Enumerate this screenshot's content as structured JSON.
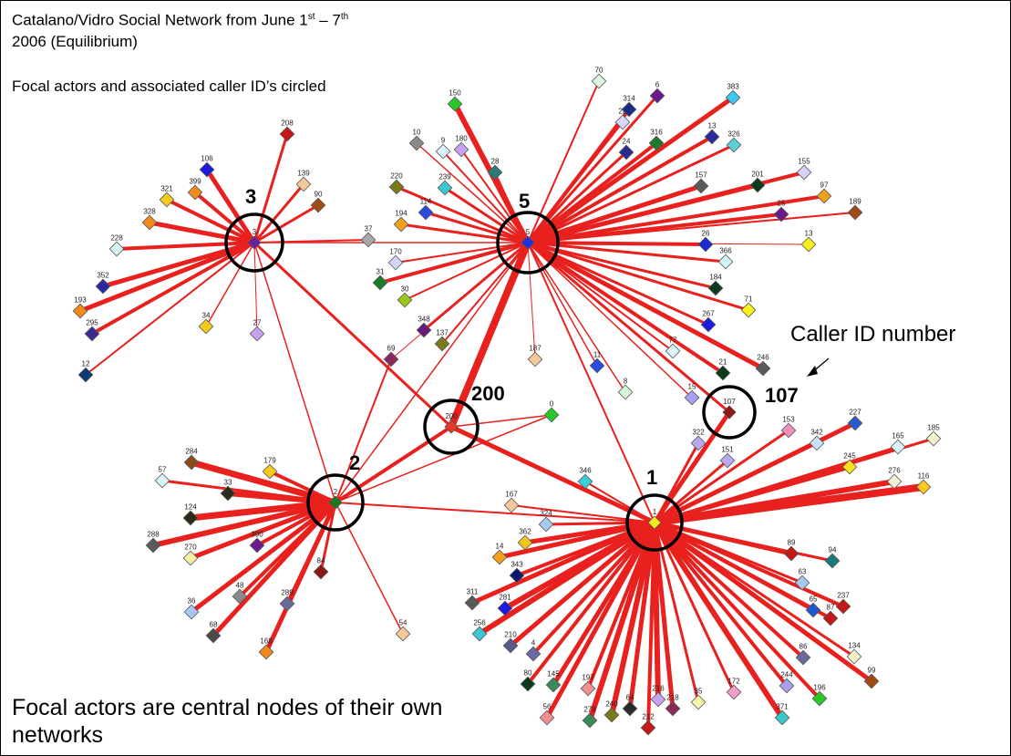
{
  "title": {
    "line1_pre": "Catalano/Vidro Social Network from June 1",
    "sup1": "st",
    "line1_mid": " – 7",
    "sup2": "th",
    "line2": "2006 (Equilibrium)"
  },
  "subtitle": "Focal actors and associated caller ID’s circled",
  "footnote": "Focal actors are central nodes of their own networks",
  "callout": "Caller ID number",
  "focal_labels": [
    "3",
    "5",
    "200",
    "2",
    "1",
    "107"
  ],
  "colors": {
    "edge": "#e8201e",
    "circle": "#000000",
    "text": "#000000"
  },
  "network": {
    "hubs": [
      {
        "id": "3",
        "color": "#6a1fa0"
      },
      {
        "id": "5",
        "color": "#2030e0"
      },
      {
        "id": "200",
        "color": "#e83a2a"
      },
      {
        "id": "2",
        "color": "#1a7a1a"
      },
      {
        "id": "1",
        "color": "#f2e81a"
      },
      {
        "id": "107",
        "color": "#8a1a12"
      }
    ],
    "nodes": [
      {
        "id": "208",
        "color": "#c41818"
      },
      {
        "id": "106",
        "color": "#1a1ae0"
      },
      {
        "id": "139",
        "color": "#f5c89a"
      },
      {
        "id": "321",
        "color": "#f2cc1a"
      },
      {
        "id": "399",
        "color": "#f08a1a"
      },
      {
        "id": "90",
        "color": "#a04a14"
      },
      {
        "id": "328",
        "color": "#f08a1a"
      },
      {
        "id": "228",
        "color": "#d4f4f4"
      },
      {
        "id": "352",
        "color": "#2a2aa0"
      },
      {
        "id": "193",
        "color": "#f08a1a"
      },
      {
        "id": "295",
        "color": "#3a2a90"
      },
      {
        "id": "12",
        "color": "#0a3a70"
      },
      {
        "id": "34",
        "color": "#f2cc1a"
      },
      {
        "id": "27",
        "color": "#c8a0f0"
      },
      {
        "id": "37",
        "color": "#a8a8a8"
      },
      {
        "id": "170",
        "color": "#d0d8f8"
      },
      {
        "id": "31",
        "color": "#1a7a2a"
      },
      {
        "id": "30",
        "color": "#9ac81a"
      },
      {
        "id": "348",
        "color": "#6a1a7a"
      },
      {
        "id": "137",
        "color": "#7a7a1a"
      },
      {
        "id": "69",
        "color": "#8a2a5a"
      },
      {
        "id": "150",
        "color": "#28c828"
      },
      {
        "id": "70",
        "color": "#dcf4dc"
      },
      {
        "id": "6",
        "color": "#6a1a8a"
      },
      {
        "id": "383",
        "color": "#3ac8f0"
      },
      {
        "id": "314",
        "color": "#1a2a8a"
      },
      {
        "id": "22",
        "color": "#d8d8f8"
      },
      {
        "id": "316",
        "color": "#1a7a2a"
      },
      {
        "id": "13",
        "color": "#2a2a9a"
      },
      {
        "id": "326",
        "color": "#5ad0d8"
      },
      {
        "id": "24",
        "color": "#2a2a8a"
      },
      {
        "id": "10",
        "color": "#8a8a8a"
      },
      {
        "id": "9",
        "color": "#d8f4f8"
      },
      {
        "id": "180",
        "color": "#c8a0f0"
      },
      {
        "id": "28",
        "color": "#2a7a7a"
      },
      {
        "id": "220",
        "color": "#7a7a1a"
      },
      {
        "id": "239",
        "color": "#3ac8d0"
      },
      {
        "id": "157",
        "color": "#5a5a5a"
      },
      {
        "id": "201",
        "color": "#0a3a1a"
      },
      {
        "id": "155",
        "color": "#d8d0f8"
      },
      {
        "id": "97",
        "color": "#f0a01a"
      },
      {
        "id": "189",
        "color": "#a04a14"
      },
      {
        "id": "114",
        "color": "#2a4ae0"
      },
      {
        "id": "194",
        "color": "#f0a01a"
      },
      {
        "id": "25",
        "color": "#6a1a8a"
      },
      {
        "id": "26",
        "color": "#1a2ad0"
      },
      {
        "id": "366",
        "color": "#d0f4f8"
      },
      {
        "id": "184",
        "color": "#0a3a1a"
      },
      {
        "id": "71",
        "color": "#f8f01a"
      },
      {
        "id": "267",
        "color": "#1a1ae0"
      },
      {
        "id": "77",
        "color": "#d8f4f8"
      },
      {
        "id": "246",
        "color": "#5a5a5a"
      },
      {
        "id": "21",
        "color": "#0a3a1a"
      },
      {
        "id": "187",
        "color": "#f5c89a"
      },
      {
        "id": "11",
        "color": "#2a4ae0"
      },
      {
        "id": "8",
        "color": "#d8f4d8"
      },
      {
        "id": "15",
        "color": "#a8a0f0"
      },
      {
        "id": "0",
        "color": "#28c828"
      },
      {
        "id": "153",
        "color": "#f090c0"
      },
      {
        "id": "322",
        "color": "#b8a8f0"
      },
      {
        "id": "342",
        "color": "#c8e0f8"
      },
      {
        "id": "227",
        "color": "#2a5ad0"
      },
      {
        "id": "165",
        "color": "#d8f4f8"
      },
      {
        "id": "185",
        "color": "#f4f0c8"
      },
      {
        "id": "151",
        "color": "#b8a8f0"
      },
      {
        "id": "245",
        "color": "#f8e01a"
      },
      {
        "id": "276",
        "color": "#f4f0d8"
      },
      {
        "id": "116",
        "color": "#f8c81a"
      },
      {
        "id": "346",
        "color": "#3ad0d8"
      },
      {
        "id": "167",
        "color": "#f5c89a"
      },
      {
        "id": "324",
        "color": "#a8c8f0"
      },
      {
        "id": "362",
        "color": "#f0c81a"
      },
      {
        "id": "14",
        "color": "#f0a01a"
      },
      {
        "id": "343",
        "color": "#0a1a70"
      },
      {
        "id": "311",
        "color": "#5a5a5a"
      },
      {
        "id": "281",
        "color": "#1a1ae0"
      },
      {
        "id": "256",
        "color": "#3ac8d0"
      },
      {
        "id": "210",
        "color": "#5a5a8a"
      },
      {
        "id": "4",
        "color": "#6a6aa8"
      },
      {
        "id": "80",
        "color": "#0a3a1a"
      },
      {
        "id": "145",
        "color": "#3a8a5a"
      },
      {
        "id": "197",
        "color": "#f09090"
      },
      {
        "id": "56",
        "color": "#f09090"
      },
      {
        "id": "278",
        "color": "#3a8a5a"
      },
      {
        "id": "240",
        "color": "#7a7a1a"
      },
      {
        "id": "64",
        "color": "#2a2a2a"
      },
      {
        "id": "216",
        "color": "#c8a0f0"
      },
      {
        "id": "218",
        "color": "#8a2a5a"
      },
      {
        "id": "212",
        "color": "#c41818"
      },
      {
        "id": "35",
        "color": "#f8f4a8"
      },
      {
        "id": "172",
        "color": "#f0a0c8"
      },
      {
        "id": "244",
        "color": "#a8a0f0"
      },
      {
        "id": "196",
        "color": "#28c828"
      },
      {
        "id": "371",
        "color": "#3ac8d0"
      },
      {
        "id": "89",
        "color": "#c41818"
      },
      {
        "id": "94",
        "color": "#1a7a7a"
      },
      {
        "id": "63",
        "color": "#a8c8f0"
      },
      {
        "id": "237",
        "color": "#c41818"
      },
      {
        "id": "65",
        "color": "#1a5ad0"
      },
      {
        "id": "87",
        "color": "#c41818"
      },
      {
        "id": "134",
        "color": "#f4f0c8"
      },
      {
        "id": "86",
        "color": "#6a6a9a"
      },
      {
        "id": "99",
        "color": "#a04a14"
      },
      {
        "id": "284",
        "color": "#8a4a1a"
      },
      {
        "id": "57",
        "color": "#d8f4f8"
      },
      {
        "id": "179",
        "color": "#f8c81a"
      },
      {
        "id": "33",
        "color": "#2a2a1a"
      },
      {
        "id": "124",
        "color": "#2a2a1a"
      },
      {
        "id": "288",
        "color": "#5a5a5a"
      },
      {
        "id": "390",
        "color": "#6a1a8a"
      },
      {
        "id": "270",
        "color": "#f4f0a8"
      },
      {
        "id": "84",
        "color": "#8a1a1a"
      },
      {
        "id": "48",
        "color": "#8a8a8a"
      },
      {
        "id": "36",
        "color": "#a8c8f0"
      },
      {
        "id": "289",
        "color": "#6a6a9a"
      },
      {
        "id": "68",
        "color": "#4a4a4a"
      },
      {
        "id": "168",
        "color": "#f08a1a"
      },
      {
        "id": "54",
        "color": "#f5c89a"
      }
    ]
  }
}
